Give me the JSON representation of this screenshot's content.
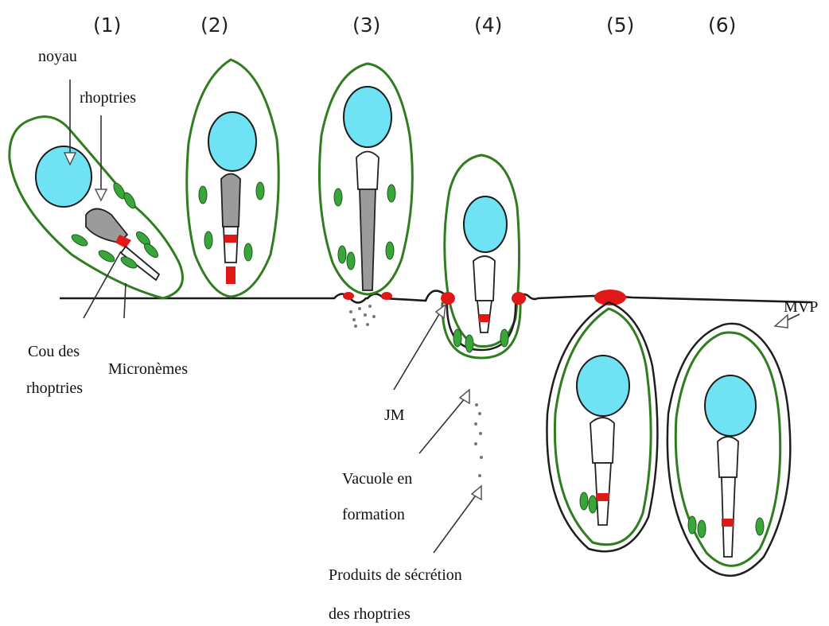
{
  "stages": [
    "(1)",
    "(2)",
    "(3)",
    "(4)",
    "(5)",
    "(6)"
  ],
  "labels": {
    "noyau": "noyau",
    "rhoptries": "rhoptries",
    "cou_line1": "Cou des",
    "cou_line2": "rhoptries",
    "micronemes": "Micronèmes",
    "jm": "JM",
    "vacuole_line1": "Vacuole en",
    "vacuole_line2": "formation",
    "produits_line1": "Produits de sécrétion",
    "produits_line2": "des rhoptries",
    "mvp": "MVP"
  },
  "colors": {
    "membrane": "#2f7d1f",
    "nucleus": "#6fe3f3",
    "microneme": "#3aa63a",
    "rhoptry_neck": "#e01818",
    "junction": "#e01818"
  }
}
